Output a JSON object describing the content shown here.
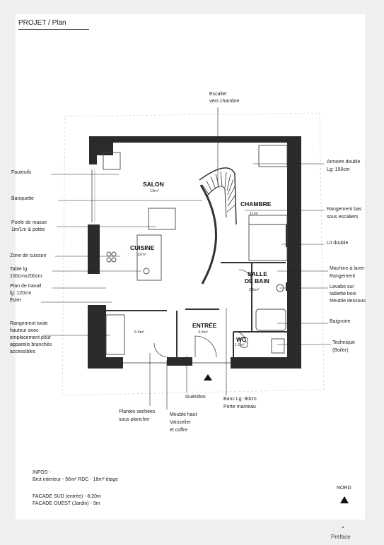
{
  "header": {
    "title": "PROJET / Plan"
  },
  "rooms": {
    "salon": {
      "name": "SALON",
      "area": "13m²"
    },
    "chambre": {
      "name": "CHAMBRE",
      "area": "11m²"
    },
    "cuisine": {
      "name": "CUISINE",
      "area": "12m²"
    },
    "salle_de_bain": {
      "name_line1": "SALLE",
      "name_line2": "DE BAIN",
      "area": "3.5m²"
    },
    "entree": {
      "name": "ENTRÉE",
      "area": "3.5m²"
    },
    "wc": {
      "name": "WC",
      "area": "1.6m²"
    },
    "cellier": {
      "area": "5.5m²"
    }
  },
  "annotations_left": {
    "fauteuils": "Fauteuils",
    "banquette": "Banquette",
    "poele_1": "Poele de masse",
    "poele_2": "1m/1m & potée",
    "zone_cuisson": "Zone de cuisson",
    "table_1": "Table lg:",
    "table_2": "100cmx200cm",
    "plan_1": "Plan de travail",
    "plan_2": "lg: 120cm",
    "evier": "Évier",
    "rangement_1": "Rangement toute",
    "rangement_2": "hauteur avec",
    "rangement_3": "emplacement pour",
    "rangement_4": "appareils branchés",
    "rangement_5": "accessibles"
  },
  "annotations_top": {
    "escalier_1": "Escalier",
    "escalier_2": "vers chambre"
  },
  "annotations_right": {
    "armoire_1": "Armoire double",
    "armoire_2": "Lg: 150cm",
    "rangement_bas_1": "Rangement bas",
    "rangement_bas_2": "sous escaliers",
    "lit": "Lit double",
    "machine_1": "Machine à laver",
    "machine_2": "Rangement",
    "lavabo_1": "Lavabo sur",
    "lavabo_2": "tablette bois",
    "lavabo_3": "Meuble dessous",
    "baignoire": "Baignoire",
    "technique_1": "Technique",
    "technique_2": "(Boiler)"
  },
  "annotations_bottom": {
    "gueridon": "Guéridon",
    "banc_1": "Banc Lg: 80cm",
    "banc_2": "Porte manteau",
    "plantes_1": "Plantes sechées",
    "plantes_2": "sous plancher",
    "meuble_1": "Meuble haut",
    "meuble_2": "Vaisselier",
    "meuble_3": "et coffre"
  },
  "infos": {
    "title": "INFOS -",
    "line1": "Brut intérieur - 56m² RDC - 18m² étage",
    "line2": "FACADE SUD (entrée) - 8,20m",
    "line3": "FACADE OUEST (Jardin) - 9m"
  },
  "compass": {
    "label": "NORD"
  },
  "footer": {
    "brand": "Preface"
  }
}
